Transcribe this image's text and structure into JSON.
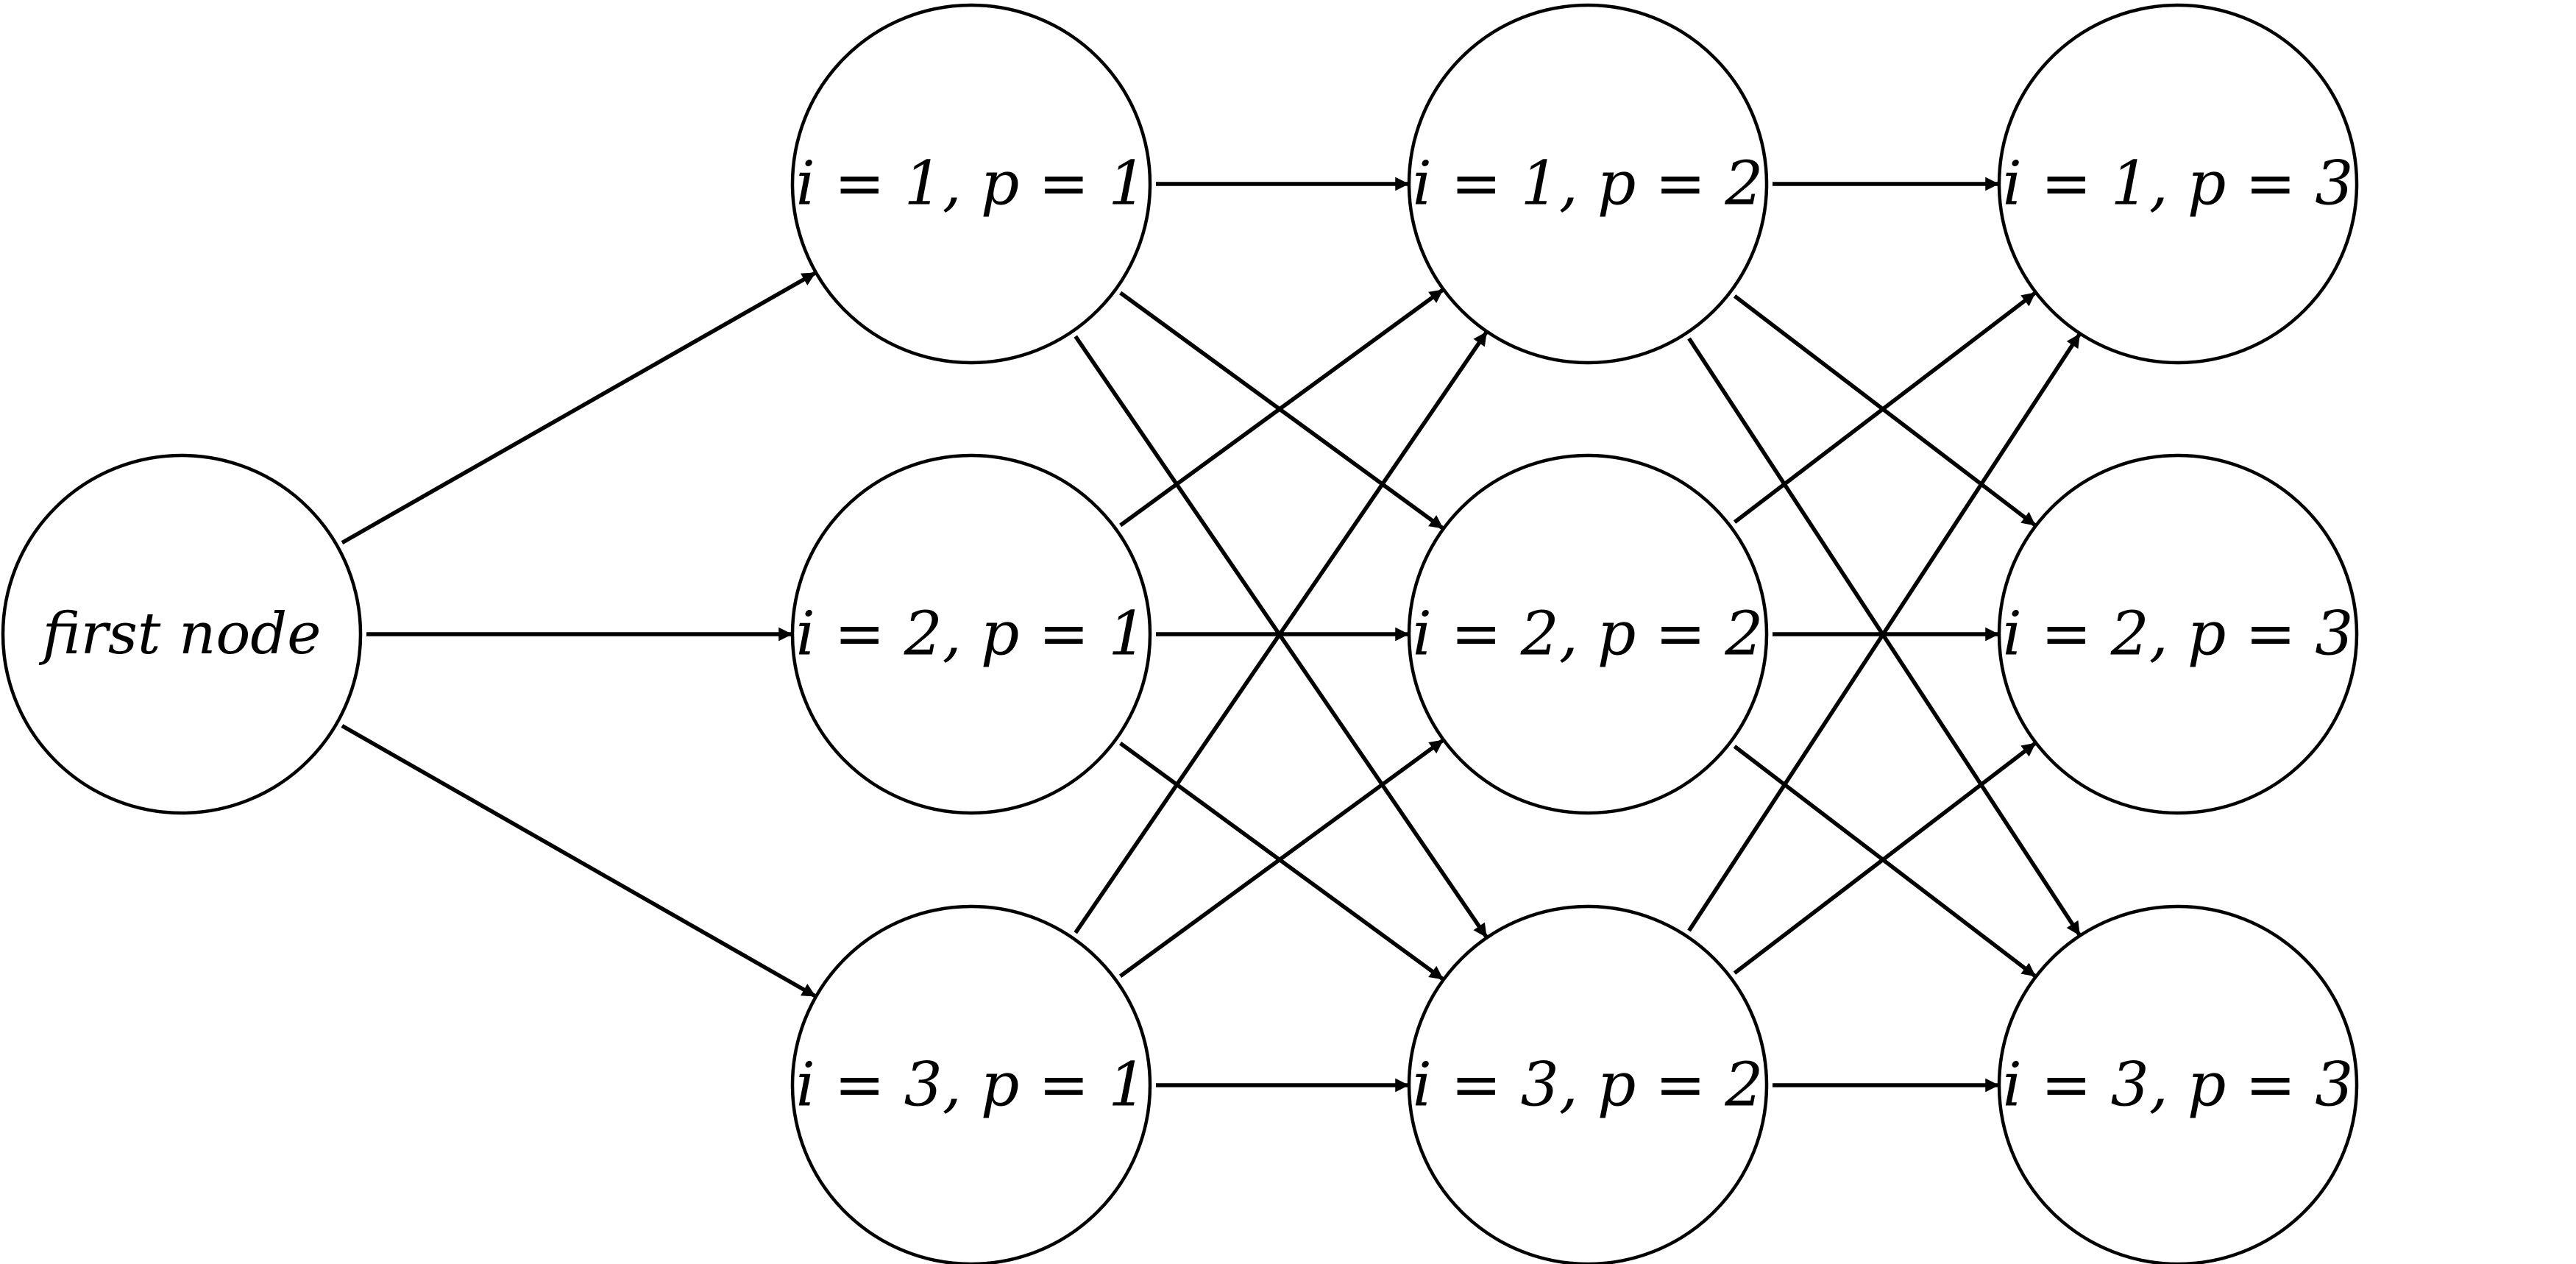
{
  "diagram": {
    "first_node": {
      "id": "first",
      "label": "first node"
    },
    "nodes": [
      {
        "id": "1-1",
        "label": "i = 1, p = 1"
      },
      {
        "id": "2-1",
        "label": "i = 2, p = 1"
      },
      {
        "id": "3-1",
        "label": "i = 3, p = 1"
      },
      {
        "id": "1-2",
        "label": "i = 1, p = 2"
      },
      {
        "id": "2-2",
        "label": "i = 2, p = 2"
      },
      {
        "id": "3-2",
        "label": "i = 3, p = 2"
      },
      {
        "id": "1-3",
        "label": "i = 1, p = 3"
      },
      {
        "id": "2-3",
        "label": "i = 2, p = 3"
      },
      {
        "id": "3-3",
        "label": "i = 3, p = 3"
      }
    ],
    "edges": [
      {
        "from": "first",
        "to": "1-1"
      },
      {
        "from": "first",
        "to": "2-1"
      },
      {
        "from": "first",
        "to": "3-1"
      },
      {
        "from": "1-1",
        "to": "1-2"
      },
      {
        "from": "1-1",
        "to": "2-2"
      },
      {
        "from": "1-1",
        "to": "3-2"
      },
      {
        "from": "2-1",
        "to": "1-2"
      },
      {
        "from": "2-1",
        "to": "2-2"
      },
      {
        "from": "2-1",
        "to": "3-2"
      },
      {
        "from": "3-1",
        "to": "1-2"
      },
      {
        "from": "3-1",
        "to": "2-2"
      },
      {
        "from": "3-1",
        "to": "3-2"
      },
      {
        "from": "1-2",
        "to": "1-3"
      },
      {
        "from": "1-2",
        "to": "2-3"
      },
      {
        "from": "1-2",
        "to": "3-3"
      },
      {
        "from": "2-2",
        "to": "1-3"
      },
      {
        "from": "2-2",
        "to": "2-3"
      },
      {
        "from": "2-2",
        "to": "3-3"
      },
      {
        "from": "3-2",
        "to": "1-3"
      },
      {
        "from": "3-2",
        "to": "2-3"
      },
      {
        "from": "3-2",
        "to": "3-3"
      }
    ]
  }
}
